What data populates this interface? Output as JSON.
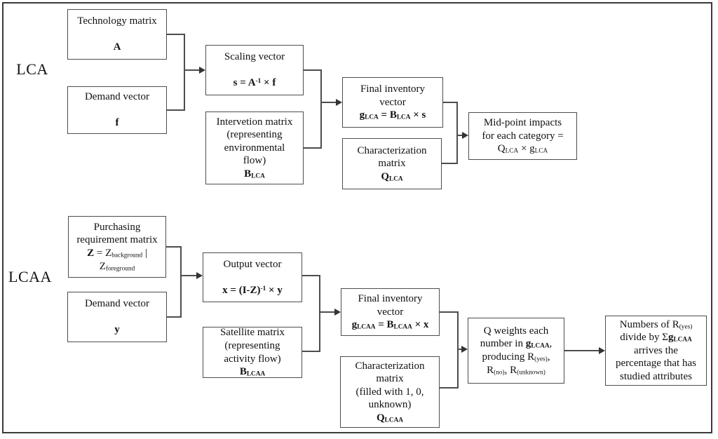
{
  "diagram": {
    "title": "LCA vs LCAA matrix computation flow diagram",
    "colors": {
      "border": "#3a3a3a",
      "box_border": "#4d4d4d",
      "line": "#4d4d4d",
      "text": "#111111",
      "background": "#ffffff"
    },
    "row_labels": {
      "lca": "LCA",
      "lcaa": "LCAA"
    },
    "boxes": {
      "tech": {
        "lines": [
          [
            {
              "t": "Technology matrix"
            }
          ],
          [],
          [
            {
              "t": "A",
              "b": 1
            }
          ]
        ]
      },
      "demand_f": {
        "lines": [
          [
            {
              "t": "Demand vector"
            }
          ],
          [],
          [
            {
              "t": "f",
              "b": 1
            }
          ]
        ]
      },
      "scaling": {
        "lines": [
          [
            {
              "t": "Scaling vector"
            }
          ],
          [],
          [
            {
              "t": "s = A",
              "b": 1
            },
            {
              "t": "-1",
              "b": 1,
              "sup": 1
            },
            {
              "t": " × f",
              "b": 1
            }
          ]
        ]
      },
      "intervention": {
        "lines": [
          [
            {
              "t": "Intervetion matrix"
            }
          ],
          [
            {
              "t": "(representing"
            }
          ],
          [
            {
              "t": "environmental"
            }
          ],
          [
            {
              "t": "flow)"
            }
          ],
          [
            {
              "t": "B",
              "b": 1
            },
            {
              "t": "LCA",
              "b": 1,
              "sub": 1
            }
          ]
        ]
      },
      "final_lca": {
        "lines": [
          [
            {
              "t": "Final inventory"
            }
          ],
          [
            {
              "t": "vector"
            }
          ],
          [
            {
              "t": "g",
              "b": 1
            },
            {
              "t": "LCA",
              "b": 1,
              "sub": 1
            },
            {
              "t": " = B",
              "b": 1
            },
            {
              "t": "LCA",
              "b": 1,
              "sub": 1
            },
            {
              "t": " × s",
              "b": 1
            }
          ]
        ]
      },
      "char_lca": {
        "lines": [
          [
            {
              "t": "Characterization"
            }
          ],
          [
            {
              "t": "matrix"
            }
          ],
          [
            {
              "t": "Q",
              "b": 1
            },
            {
              "t": "LCA",
              "b": 1,
              "sub": 1
            }
          ]
        ]
      },
      "midpoint": {
        "lines": [
          [
            {
              "t": "Mid-point impacts"
            }
          ],
          [
            {
              "t": "for each category ="
            }
          ],
          [
            {
              "t": "Q"
            },
            {
              "t": "LCA",
              "sub": 1
            },
            {
              "t": " × g"
            },
            {
              "t": "LCA",
              "sub": 1
            }
          ]
        ]
      },
      "purchasing": {
        "lines": [
          [
            {
              "t": "Purchasing"
            }
          ],
          [
            {
              "t": "requirement matrix"
            }
          ],
          [
            {
              "t": "Z",
              "b": 1
            },
            {
              "t": " = Z"
            },
            {
              "t": "background",
              "sub": 1
            },
            {
              "t": " |"
            }
          ],
          [
            {
              "t": "Z"
            },
            {
              "t": "foreground",
              "sub": 1
            }
          ]
        ]
      },
      "demand_y": {
        "lines": [
          [
            {
              "t": "Demand vector"
            }
          ],
          [],
          [
            {
              "t": "y",
              "b": 1
            }
          ]
        ]
      },
      "output": {
        "lines": [
          [
            {
              "t": "Output vector"
            }
          ],
          [],
          [
            {
              "t": "x = (I-Z)",
              "b": 1
            },
            {
              "t": "-1",
              "b": 1,
              "sup": 1
            },
            {
              "t": " × y",
              "b": 1
            }
          ]
        ]
      },
      "satellite": {
        "lines": [
          [
            {
              "t": "Satellite matrix"
            }
          ],
          [
            {
              "t": "(representing"
            }
          ],
          [
            {
              "t": "activity flow)"
            }
          ],
          [
            {
              "t": "B",
              "b": 1
            },
            {
              "t": "LCAA",
              "b": 1,
              "sub": 1
            }
          ]
        ]
      },
      "final_lcaa": {
        "lines": [
          [
            {
              "t": "Final inventory"
            }
          ],
          [
            {
              "t": "vector"
            }
          ],
          [
            {
              "t": "g",
              "b": 1
            },
            {
              "t": "LCAA",
              "b": 1,
              "sub": 1
            },
            {
              "t": " = B",
              "b": 1
            },
            {
              "t": "LCAA",
              "b": 1,
              "sub": 1
            },
            {
              "t": " × x",
              "b": 1
            }
          ]
        ]
      },
      "char_lcaa": {
        "lines": [
          [
            {
              "t": "Characterization"
            }
          ],
          [
            {
              "t": "matrix"
            }
          ],
          [
            {
              "t": "(filled with 1, 0,"
            }
          ],
          [
            {
              "t": "unknown)"
            }
          ],
          [
            {
              "t": "Q",
              "b": 1
            },
            {
              "t": "LCAA",
              "b": 1,
              "sub": 1
            }
          ]
        ]
      },
      "q_weights": {
        "lines": [
          [
            {
              "t": "Q weights each"
            }
          ],
          [
            {
              "t": "number in "
            },
            {
              "t": "g",
              "b": 1
            },
            {
              "t": "LCAA",
              "b": 1,
              "sub": 1
            },
            {
              "t": ","
            }
          ],
          [
            {
              "t": "producing R"
            },
            {
              "t": "(yes)",
              "sub": 1
            },
            {
              "t": ","
            }
          ],
          [
            {
              "t": "R"
            },
            {
              "t": "(no)",
              "sub": 1
            },
            {
              "t": ", R"
            },
            {
              "t": "(unknown)",
              "sub": 1
            }
          ]
        ]
      },
      "numbers": {
        "lines": [
          [
            {
              "t": "Numbers of R"
            },
            {
              "t": "(yes)",
              "sub": 1
            }
          ],
          [
            {
              "t": "divide by Σ"
            },
            {
              "t": "g",
              "b": 1
            },
            {
              "t": "LCAA",
              "b": 1,
              "sub": 1
            }
          ],
          [
            {
              "t": "arrives the"
            }
          ],
          [
            {
              "t": "percentage that has"
            }
          ],
          [
            {
              "t": "studied attributes"
            }
          ]
        ]
      }
    }
  }
}
